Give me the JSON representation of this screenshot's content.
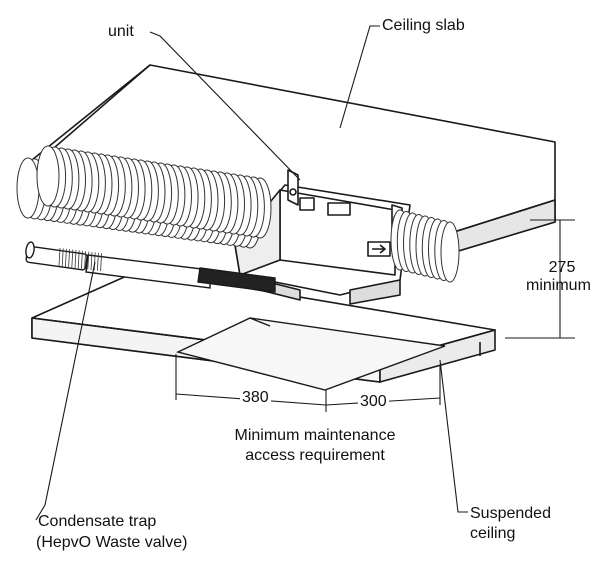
{
  "labels": {
    "unit": "unit",
    "ceiling_slab": "Ceiling slab",
    "dim_height_value": "275",
    "dim_height_note": "minimum",
    "dim_width_1": "380",
    "dim_width_2": "300",
    "access_line1": "Minimum maintenance",
    "access_line2": "access requirement",
    "trap_line1": "Condensate trap",
    "trap_line2": "(HepvO Waste valve)",
    "ceiling_line1": "Suspended",
    "ceiling_line2": "ceiling"
  },
  "colors": {
    "line": "#1a1a1a",
    "face_light": "#ffffff",
    "face_shade": "#eeeeee",
    "duct_rib": "#333333"
  }
}
